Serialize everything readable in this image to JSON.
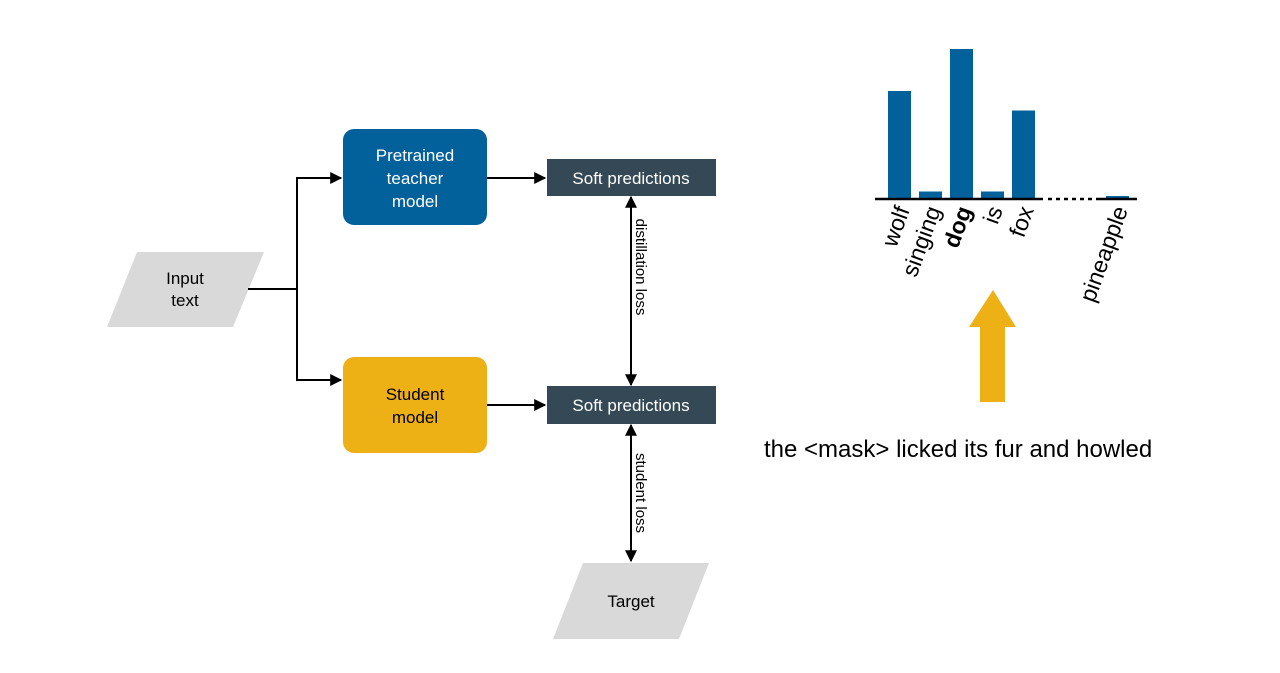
{
  "diagram": {
    "input": {
      "lines": [
        "Input",
        "text"
      ]
    },
    "teacher": {
      "lines": [
        "Pretrained",
        "teacher",
        "model"
      ]
    },
    "student": {
      "lines": [
        "Student",
        "model"
      ]
    },
    "teacher_output": {
      "label": "Soft predictions"
    },
    "student_output": {
      "label": "Soft predictions"
    },
    "distillation_loss": {
      "label": "distillation loss"
    },
    "student_loss": {
      "label": "student loss"
    },
    "target": {
      "label": "Target"
    }
  },
  "colors": {
    "teacher": "#02609B",
    "student": "#EDB015",
    "soft_predictions": "#344955",
    "io_shape": "#D9D9D9",
    "bar": "#02609B",
    "arrow": "#EDB015"
  },
  "masked_sentence": "the <mask> licked its fur and howled",
  "chart_data": {
    "type": "bar",
    "title": "",
    "xlabel": "",
    "ylabel": "",
    "categories": [
      "wolf",
      "singing",
      "dog",
      "is",
      "fox",
      "pineapple"
    ],
    "values": [
      0.72,
      0.05,
      1.0,
      0.05,
      0.59,
      0.02
    ],
    "emphasized_category": "dog",
    "ylim": [
      0,
      1
    ],
    "gap_after_index": 4,
    "gap_style": "dashed-axis",
    "grid": false,
    "legend": "none"
  }
}
